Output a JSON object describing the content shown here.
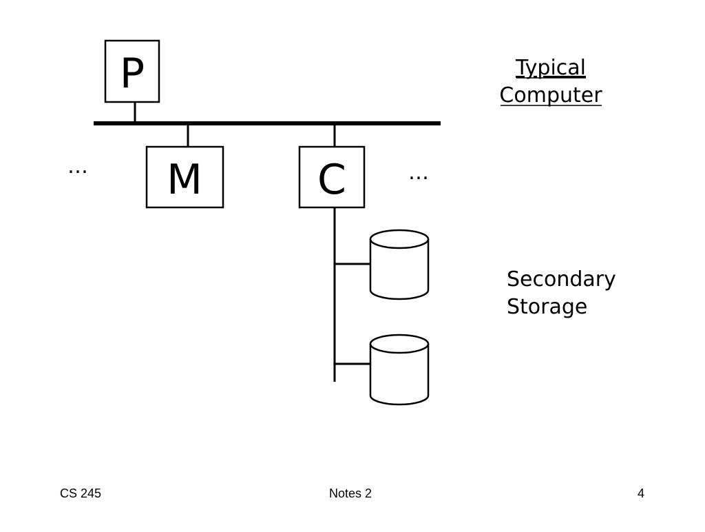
{
  "diagram": {
    "nodes": {
      "processor": "P",
      "memory": "M",
      "controller": "C"
    },
    "ellipsis_left": "…",
    "ellipsis_right": "…",
    "title_line1": "Typical",
    "title_line2": "Computer",
    "storage_line1": "Secondary",
    "storage_line2": "Storage"
  },
  "footer": {
    "left": "CS 245",
    "center": "Notes 2",
    "right": "4"
  }
}
